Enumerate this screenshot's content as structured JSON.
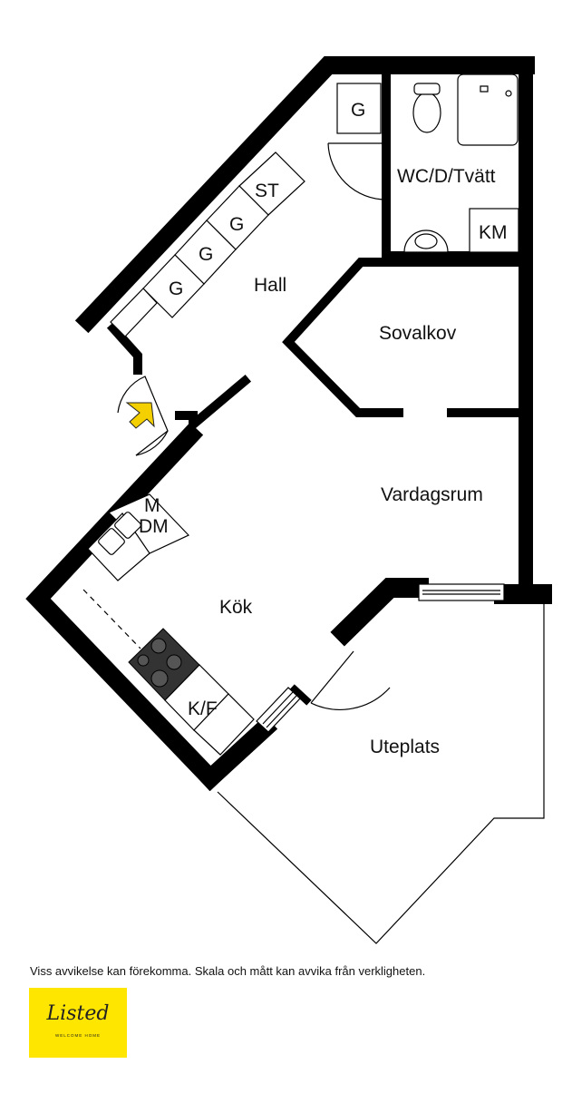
{
  "rooms": {
    "hall": "Hall",
    "wc": "WC/D/Tvätt",
    "sovalkov": "Sovalkov",
    "vardagsrum": "Vardagsrum",
    "kok": "Kök",
    "uteplats": "Uteplats"
  },
  "fixtures": {
    "g_top": "G",
    "km": "KM",
    "st": "ST",
    "g1": "G",
    "g2": "G",
    "g3": "G",
    "m": "M",
    "dm": "DM",
    "kf": "K/F"
  },
  "disclaimer": "Viss avvikelse kan förekomma. Skala och mått kan avvika från verkligheten.",
  "logo": {
    "script": "Listed",
    "tagline": "WELCOME HOME",
    "color": "#ffe600"
  },
  "colors": {
    "wall": "#000000",
    "arrow": "#f5d000"
  }
}
